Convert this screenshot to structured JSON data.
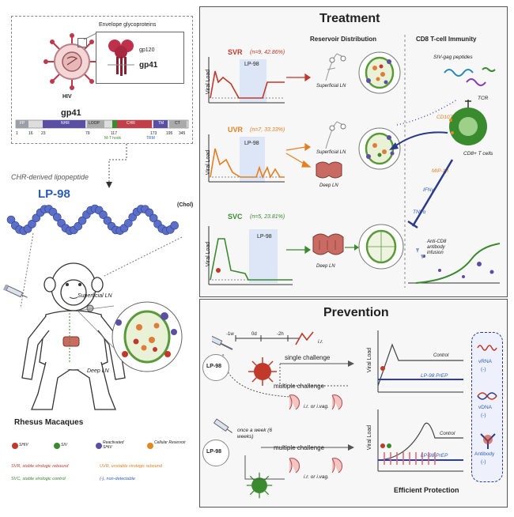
{
  "hiv_box": {
    "envelope": "Envelope glycoproteins",
    "hiv": "HIV",
    "gp120": "gp120",
    "gp41": "gp41"
  },
  "gp41_domain": {
    "title": "gp41",
    "segments": [
      "FP",
      "NHR",
      "LOOP",
      "CHR",
      "TM",
      "CT"
    ],
    "numbers": [
      "1",
      "16",
      "23",
      "79",
      "117",
      "173",
      "195",
      "345"
    ],
    "notes": [
      "M-T hook",
      "TRM"
    ]
  },
  "lipopeptide": {
    "label": "CHR-derived lipopeptide",
    "name": "LP-98",
    "chol": "(Chol)"
  },
  "macaque": {
    "title": "Rhesus  Macaques",
    "superficial_ln": "Superficial LN",
    "deep_ln": "Deep LN"
  },
  "legend": {
    "items": [
      "SHIV",
      "SIV",
      "Reactivated SHIV",
      "Cellular Reservoir"
    ],
    "svr": "SVR, stable virologic rebound",
    "uvr": "UVR, unstable virologic rebound",
    "svc": "SVC, stable virologic control",
    "nd": "(-), non-detectable"
  },
  "treatment": {
    "title": "Treatment",
    "col_reservoir": "Reservoir Distribution",
    "col_cd8": "CD8 T-cell Immunity",
    "rows": [
      {
        "group": "SVR",
        "stat": "(n=9, 42.86%)",
        "drug": "LP-98"
      },
      {
        "group": "UVR",
        "stat": "(n=7, 33.33%)",
        "drug": "LP-98"
      },
      {
        "group": "SVC",
        "stat": "(n=5, 23.81%)",
        "drug": "LP-98"
      }
    ],
    "viral_load": "Viral Load",
    "superficial_ln": "Superficial LN",
    "deep_ln": "Deep LN",
    "siv_gag": "SIV-gag peptides",
    "tcr": "TCR",
    "cd107a": "CD107a",
    "cd8_cells": "CD8+ T cells",
    "mip": "MIP-1β",
    "ifn": "IFNγ",
    "tnf": "TNFα",
    "anti_cd8": "Anti-CD8 antibody infusion"
  },
  "prevention": {
    "title": "Prevention",
    "timeline": [
      "-1w",
      "0d",
      "-2h"
    ],
    "route1": "i.r.",
    "single": "single challenge",
    "multiple": "multiple challenge",
    "once_week": "once a week (6 weeks)",
    "lp98": "LP-98",
    "routes": "i.r.  or  i.vag.",
    "viral_load": "Viral Load",
    "control": "Control",
    "prep": "LP-98 PrEP",
    "vrna": "vRNA",
    "vdna": "vDNA",
    "antibody": "Antibody",
    "nd": "(-)",
    "efficient": "Efficient Protection"
  }
}
